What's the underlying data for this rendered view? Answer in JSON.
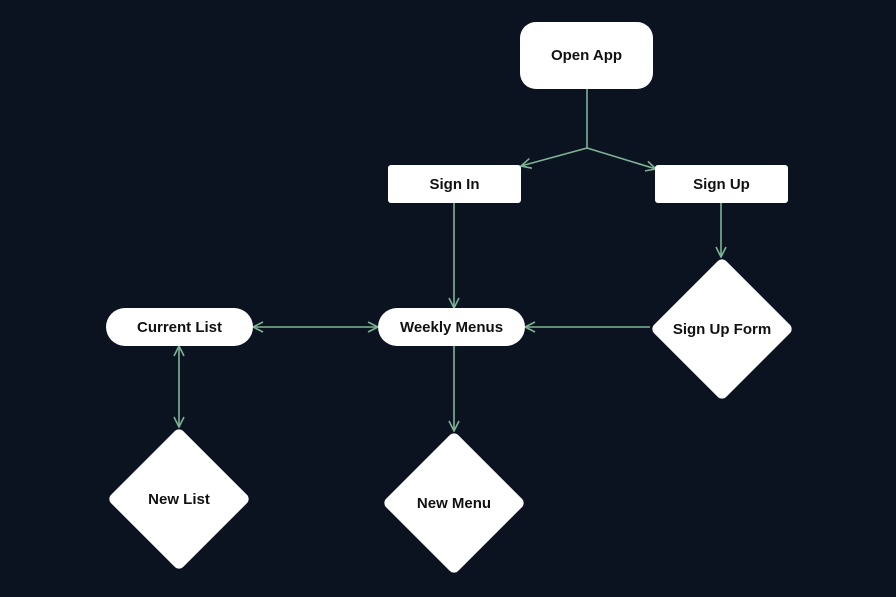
{
  "nodes": {
    "open_app": "Open App",
    "sign_in": "Sign In",
    "sign_up": "Sign Up",
    "weekly_menus": "Weekly Menus",
    "current_list": "Current List",
    "sign_up_form": "Sign Up Form",
    "new_list": "New List",
    "new_menu": "New Menu"
  },
  "colors": {
    "background": "#0c1320",
    "node_fill": "#ffffff",
    "node_text": "#111111",
    "connector": "#7db495"
  }
}
